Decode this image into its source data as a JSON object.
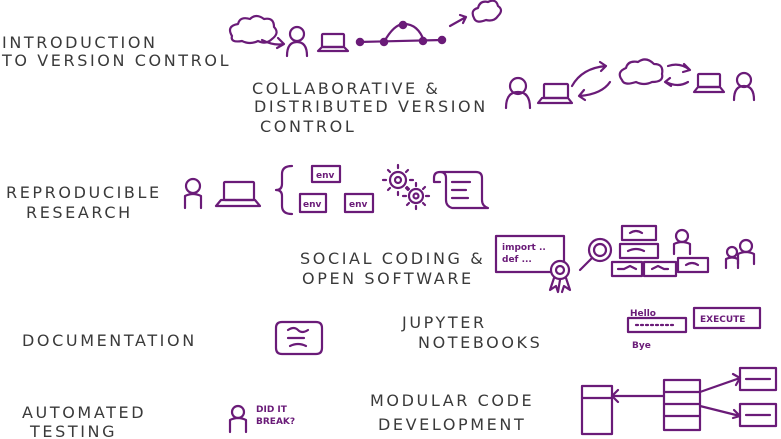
{
  "palette": {
    "ink": "#6a1b78",
    "label_ink": "#3a3a3a",
    "background": "#ffffff"
  },
  "topics": {
    "version_control": {
      "line1": "INTRODUCTION",
      "line2": "TO  VERSION CONTROL"
    },
    "collaborative": {
      "line1": "COLLABORATIVE &",
      "line2": "DISTRIBUTED VERSION",
      "line3": "CONTROL"
    },
    "reproducible": {
      "line1": "REPRODUCIBLE",
      "line2": "RESEARCH"
    },
    "social_coding": {
      "line1": "SOCIAL CODING &",
      "line2": "OPEN SOFTWARE"
    },
    "documentation": {
      "line1": "DOCUMENTATION"
    },
    "jupyter": {
      "line1": "JUPYTER",
      "line2": "NOTEBOOKS"
    },
    "testing": {
      "line1": "AUTOMATED",
      "line2": "TESTING"
    },
    "modular": {
      "line1": "MODULAR CODE",
      "line2": "DEVELOPMENT"
    }
  },
  "doodle_text": {
    "env": "env",
    "import_line1": "import ..",
    "import_line2": "def ...",
    "hello": "Hello",
    "execute": "EXECUTE",
    "bye": "Bye",
    "did_it_break_line1": "DID IT",
    "did_it_break_line2": "BREAK?"
  },
  "icons": [
    "cloud-icon",
    "person-icon",
    "laptop-icon",
    "commit-graph-icon",
    "arrow-icon",
    "env-box-icon",
    "gear-icon",
    "scroll-icon",
    "certificate-icon",
    "magnifier-icon",
    "stacked-cards-icon",
    "notebook-cell-icon",
    "module-box-icon"
  ]
}
